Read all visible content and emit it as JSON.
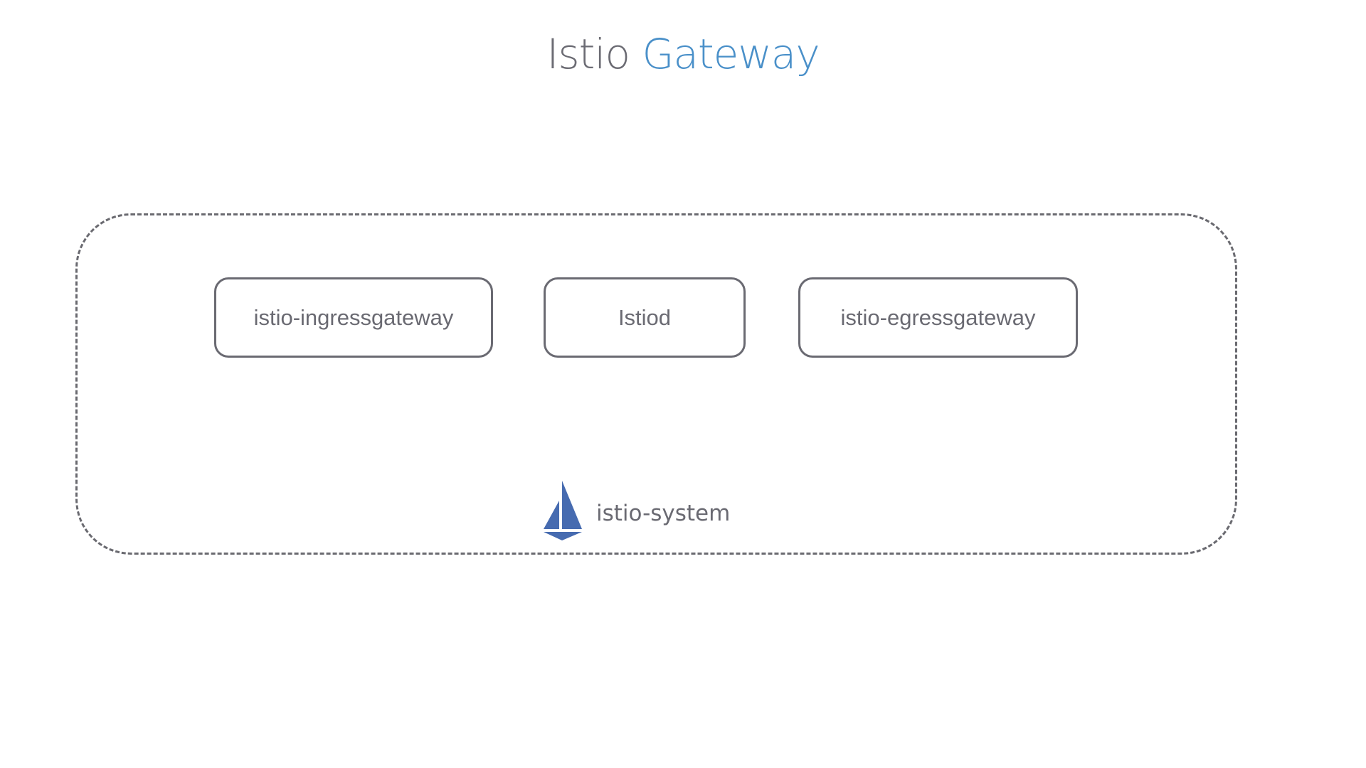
{
  "title": {
    "part1": "Istio",
    "part2": "Gateway"
  },
  "colors": {
    "title_gray": "#6b6b73",
    "title_blue": "#4a90c9",
    "logo_blue": "#466bb0",
    "border_gray": "#6a6a72"
  },
  "namespace": {
    "label": "istio-system",
    "icon": "istio-sail-logo-icon"
  },
  "components": [
    {
      "label": "istio-ingressgateway"
    },
    {
      "label": "Istiod"
    },
    {
      "label": "istio-egressgateway"
    }
  ]
}
